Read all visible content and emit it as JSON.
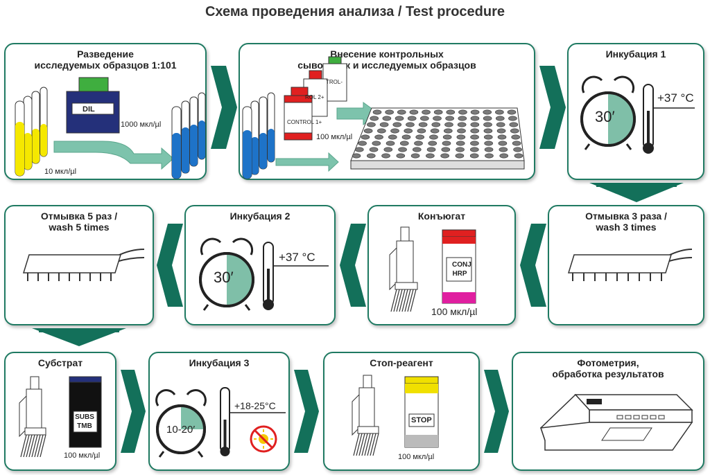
{
  "title": "Схема проведения анализа / Test procedure",
  "colors": {
    "accent": "#1f7a62",
    "arrow": "#13705a",
    "lightArrow": "#7dc3ac"
  },
  "steps": [
    {
      "title": "Разведение\nисследуемых образцов 1:101",
      "dil_label": "DIL",
      "volume_large": "1000 мкл/µl",
      "volume_small": "10 мкл/µl"
    },
    {
      "title": "Внесение контрольных\nсывороток и исследуемых образцов",
      "control_label": "CONTROL 1+",
      "control2_label": "ROL 2+",
      "control3_label": "TROL-",
      "volume": "100 мкл/µl"
    },
    {
      "title": "Инкубация 1",
      "time": "30′",
      "temp": "+37 °C"
    },
    {
      "title": "Отмывка 3 раза /\nwash 3 times"
    },
    {
      "title": "Конъюгат",
      "vial_label": "CONJ\nHRP",
      "volume": "100 мкл/µl"
    },
    {
      "title": "Инкубация 2",
      "time": "30′",
      "temp": "+37 °C"
    },
    {
      "title": "Отмывка 5 раз /\nwash 5 times"
    },
    {
      "title": "Субстрат",
      "vial_label": "SUBS\nTMB",
      "volume": "100 мкл/µl"
    },
    {
      "title": "Инкубация 3",
      "time": "10-20′",
      "temp": "+18-25°C"
    },
    {
      "title": "Стоп-реагент",
      "vial_label": "STOP",
      "volume": "100 мкл/µl"
    },
    {
      "title": "Фотометрия,\nобработка результатов"
    }
  ]
}
